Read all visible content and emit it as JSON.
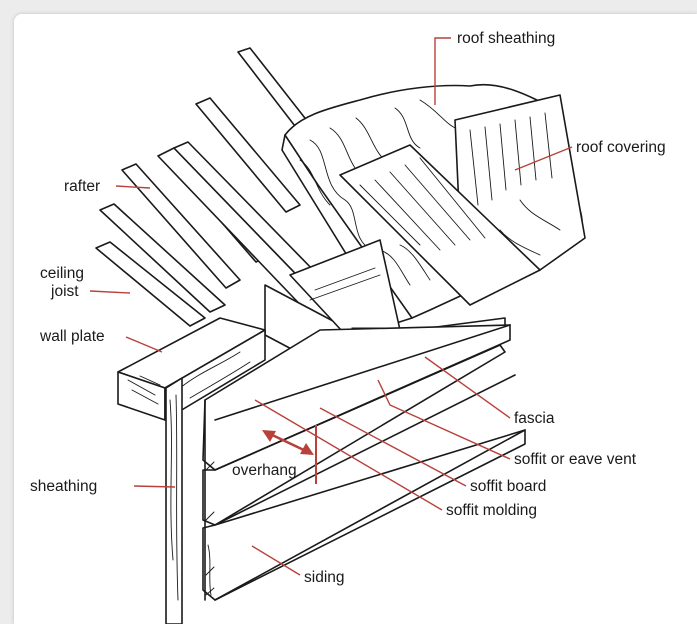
{
  "labels": {
    "roof_sheathing": "roof sheathing",
    "roof_covering": "roof covering",
    "rafter": "rafter",
    "ceiling_joist_1": "ceiling",
    "ceiling_joist_2": "joist",
    "wall_plate": "wall plate",
    "fascia": "fascia",
    "soffit_vent": "soffit or eave vent",
    "overhang": "overhang",
    "soffit_board": "soffit board",
    "sheathing": "sheathing",
    "soffit_molding": "soffit molding",
    "siding": "siding"
  },
  "colors": {
    "leader": "#b8413b",
    "ink": "#1a1a1a",
    "background": "#ececec",
    "card": "#ffffff"
  }
}
